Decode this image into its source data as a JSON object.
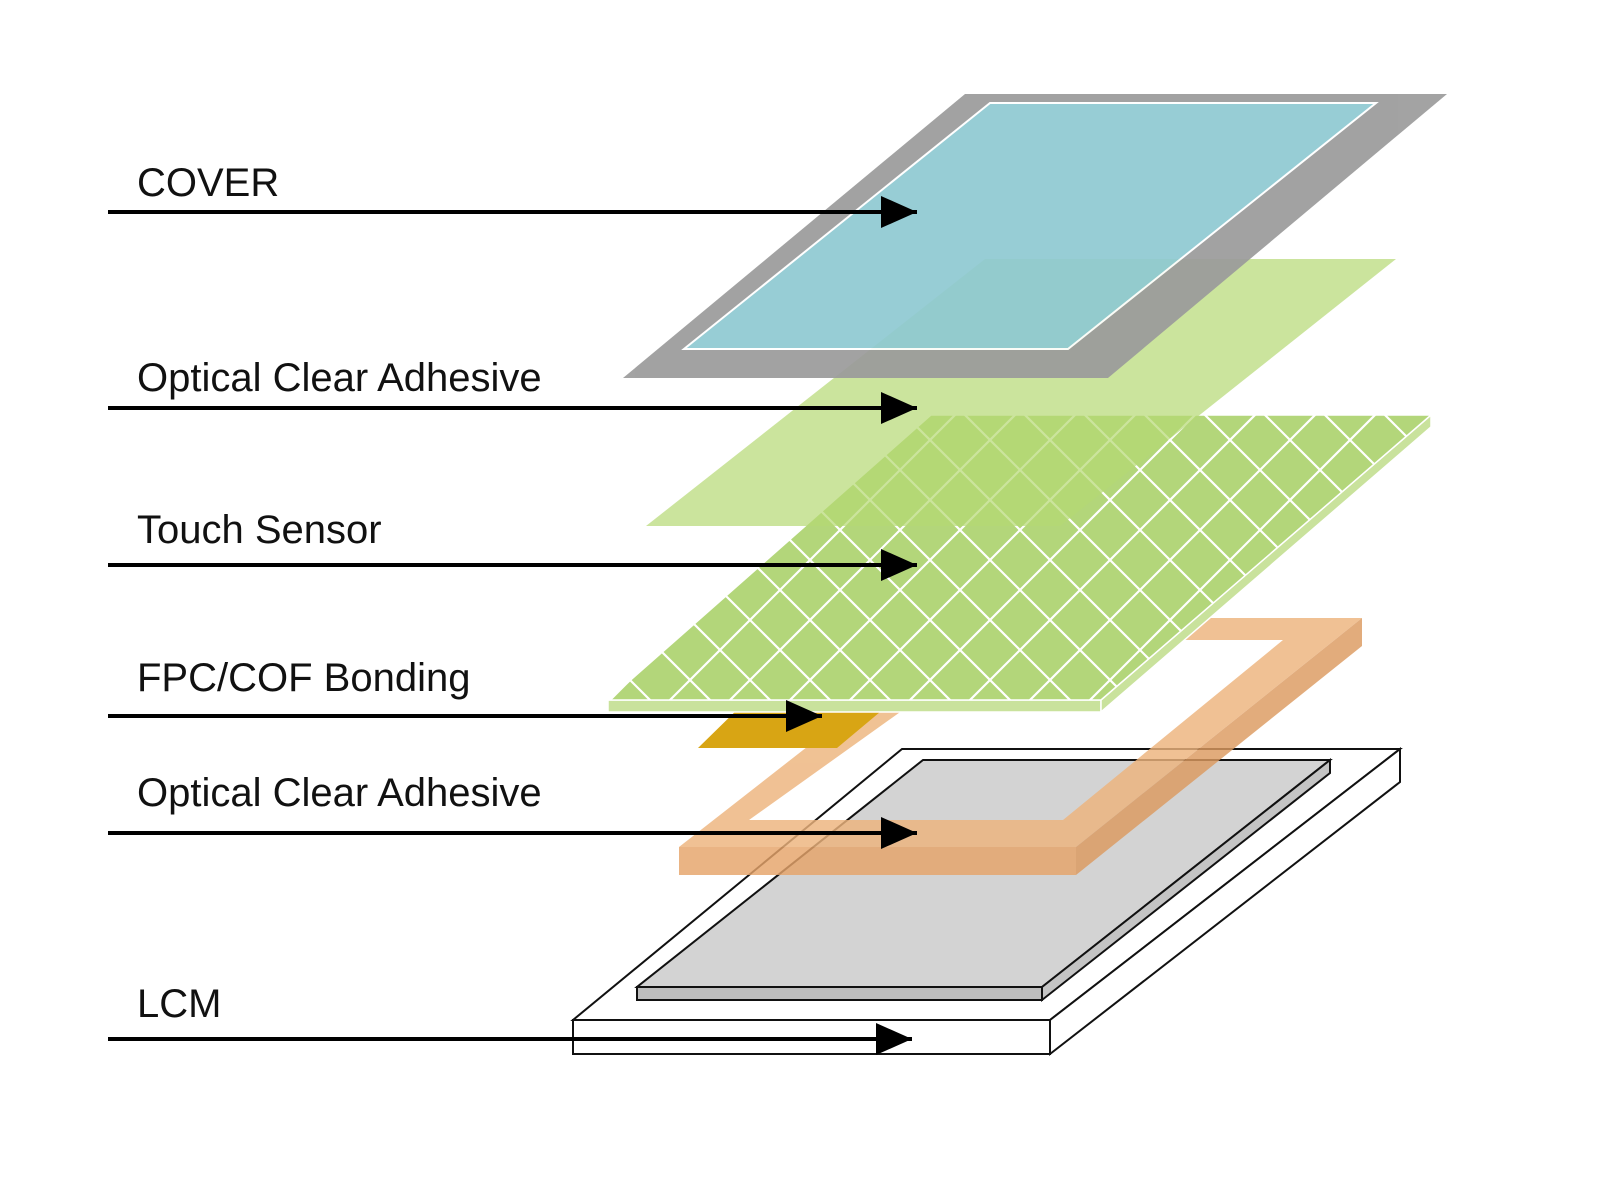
{
  "layers": [
    {
      "id": "cover",
      "label": "COVER"
    },
    {
      "id": "oca-top",
      "label": "Optical Clear Adhesive"
    },
    {
      "id": "touch-sensor",
      "label": "Touch Sensor"
    },
    {
      "id": "fpc-cof",
      "label": "FPC/COF Bonding"
    },
    {
      "id": "oca-bottom",
      "label": "Optical Clear Adhesive"
    },
    {
      "id": "lcm",
      "label": "LCM"
    }
  ],
  "colors": {
    "cover_frame": "#9b9b9b",
    "cover_glass": "#8fc9d2",
    "oca_top": "#c8e094",
    "sensor_face": "#b3d67a",
    "sensor_edge": "#c9e29c",
    "sensor_grid": "#ffffff",
    "fpc": "#d8a514",
    "oca_bottom": "#edb47d",
    "oca_bottom_edge": "#e0a873",
    "lcm_panel": "#d3d3d3",
    "lcm_outline": "#111111",
    "arrow": "#000000"
  }
}
